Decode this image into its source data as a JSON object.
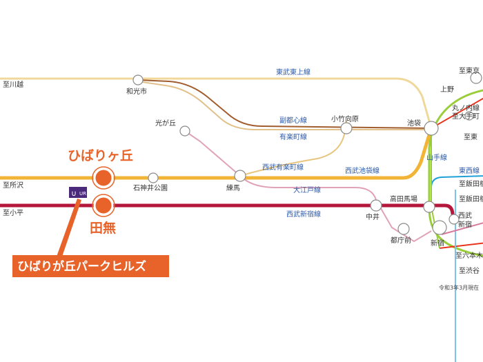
{
  "colors": {
    "seibu_ikebukuro": "#f2b437",
    "seibu_shinjuku": "#b5173c",
    "tobu_tojo": "#f0d89a",
    "fukutoshin": "#a05c2c",
    "yurakucho": "#d4b27a",
    "oedo": "#d8799a",
    "yamanote": "#9acd3a",
    "marunouchi": "#e8341c",
    "tozai": "#1fa0d8",
    "highlight": "#e8632a"
  },
  "stations": {
    "hibarigaoka": "ひばりヶ丘",
    "tanashi": "田無",
    "wakoshi": "和光市",
    "hikarigaoka": "光が丘",
    "shakujii": "石神井公園",
    "nerima": "練馬",
    "kotakemukaihara": "小竹向原",
    "ikebukuro": "池袋",
    "takadanobaba": "高田馬場",
    "nakai": "中井",
    "tochomae": "都庁前",
    "shinjuku": "新宿",
    "seibu_shinjuku": "西武\n新宿",
    "ueno": "上野"
  },
  "destinations": {
    "kawagoe": "至川越",
    "tokorozawa": "至所沢",
    "kodaira": "至小平",
    "tokyo": "至東京",
    "marunouchi_otemachi": "丸ノ内線\n至大手町",
    "toyosu_right": "至東",
    "iidabashi1": "至飯田橋",
    "iidabashi2": "至飯田橋",
    "roppongi": "至六本木",
    "shibuya": "至渋谷"
  },
  "lines": {
    "tobu_tojo": "東武東上線",
    "fukutoshin": "副都心線",
    "yurakucho": "有楽町線",
    "seibu_yurakucho": "西武有楽町線",
    "seibu_ikebukuro": "西武池袋線",
    "oedo": "大江戸線",
    "seibu_shinjuku": "西武新宿線",
    "yamanote": "山手線",
    "tozai": "東西線"
  },
  "callout": "ひばりが丘パークヒルズ",
  "logo_text": "UR",
  "date_note": "令和3年3月現在"
}
